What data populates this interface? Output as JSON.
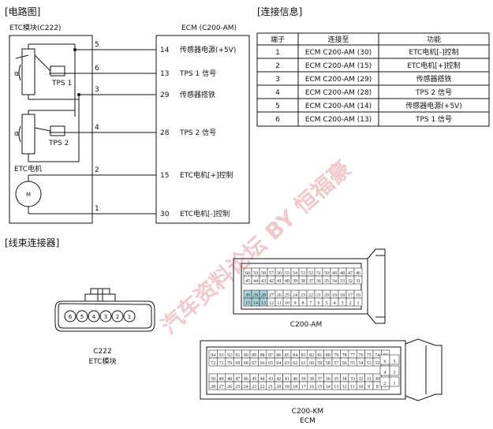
{
  "sections": {
    "circuit": "[电路图]",
    "info": "[连接信息]",
    "harness": "[线束连接器]"
  },
  "circuit": {
    "etc_module_title": "ETC模块(C222)",
    "ecm_title": "ECM (C200-AM)",
    "tps1": "TPS 1",
    "tps2": "TPS 2",
    "etc_motor": "ETC电机",
    "motor_symbol": "M",
    "alpha": "α",
    "pins": [
      "5",
      "6",
      "3",
      "4",
      "2",
      "1"
    ],
    "ecm_pins": [
      {
        "pin": "14",
        "label": "传感器电源(+5V)"
      },
      {
        "pin": "13",
        "label": "TPS 1 信号"
      },
      {
        "pin": "29",
        "label": "传感器搭铁"
      },
      {
        "pin": "28",
        "label": "TPS 2 信号"
      },
      {
        "pin": "15",
        "label": "ETC电机[+]控制"
      },
      {
        "pin": "30",
        "label": "ETC电机[-]控制"
      }
    ]
  },
  "table": {
    "headers": [
      "端子",
      "连接至",
      "功能"
    ],
    "rows": [
      [
        "1",
        "ECM C200-AM (30)",
        "ETC电机[-]控制"
      ],
      [
        "2",
        "ECM C200-AM (15)",
        "ETC电机[+]控制"
      ],
      [
        "3",
        "ECM C200-AM (29)",
        "传感器搭铁"
      ],
      [
        "4",
        "ECM C200-AM (28)",
        "TPS 2 信号"
      ],
      [
        "5",
        "ECM C200-AM (14)",
        "传感器电源(+5V)"
      ],
      [
        "6",
        "ECM C200-AM (13)",
        "TPS 1 信号"
      ]
    ]
  },
  "connectors": {
    "c222_label": "C222",
    "c222_sub": "ETC模块",
    "c222_pins": [
      "6",
      "5",
      "4",
      "3",
      "2",
      "1"
    ],
    "am_label": "C200-AM",
    "am_rows": [
      [
        "60",
        "59",
        "58",
        "57",
        "56",
        "55",
        "54",
        "53",
        "52",
        "51",
        "50",
        "49",
        "48",
        "47",
        "46"
      ],
      [
        "45",
        "44",
        "43",
        "42",
        "41",
        "40",
        "39",
        "38",
        "37",
        "36",
        "35",
        "34",
        "33",
        "32",
        "31"
      ],
      [
        "30",
        "29",
        "28",
        "27",
        "26",
        "25",
        "24",
        "23",
        "22",
        "21",
        "20",
        "19",
        "18",
        "17",
        "16"
      ],
      [
        "15",
        "14",
        "13",
        "12",
        "11",
        "10",
        "9",
        "8",
        "7",
        "6",
        "5",
        "4",
        "3",
        "2",
        "1"
      ]
    ],
    "km_label": "C200-KM",
    "ecm_label": "ECM",
    "km_rows_top": [
      [
        "94",
        "93",
        "92",
        "91",
        "90",
        "89",
        "88",
        "87",
        "86",
        "85",
        "84",
        "83",
        "82",
        "81",
        "80",
        "79",
        "78",
        "77",
        "76",
        "75",
        "74",
        "73"
      ],
      [
        "72",
        "71",
        "70",
        "69",
        "68",
        "67",
        "66",
        "65",
        "64",
        "63",
        "62",
        "61",
        "60",
        "59",
        "58",
        "57",
        "56",
        "55",
        "54",
        "53",
        "52",
        "51"
      ]
    ],
    "km_rows_bottom": [
      [
        "50",
        "49",
        "48",
        "47",
        "46",
        "45",
        "44",
        "43",
        "42",
        "41",
        "40",
        "39",
        "38",
        "37",
        "36",
        "35",
        "34",
        "33",
        "32",
        "31",
        "30",
        "29"
      ],
      [
        "28",
        "27",
        "26",
        "25",
        "24",
        "23",
        "22",
        "21",
        "20",
        "19",
        "18",
        "17",
        "16",
        "15",
        "14",
        "13",
        "12",
        "11",
        "10",
        "9",
        "8",
        "7"
      ]
    ],
    "km_side": [
      [
        "6",
        "5"
      ],
      [
        "4",
        "3"
      ],
      [
        "2",
        "1"
      ]
    ]
  },
  "colors": {
    "highlight": "#a9d4dc",
    "watermark": "#d23a3a"
  },
  "watermark": "汽车资料论坛 BY 恒福豪"
}
